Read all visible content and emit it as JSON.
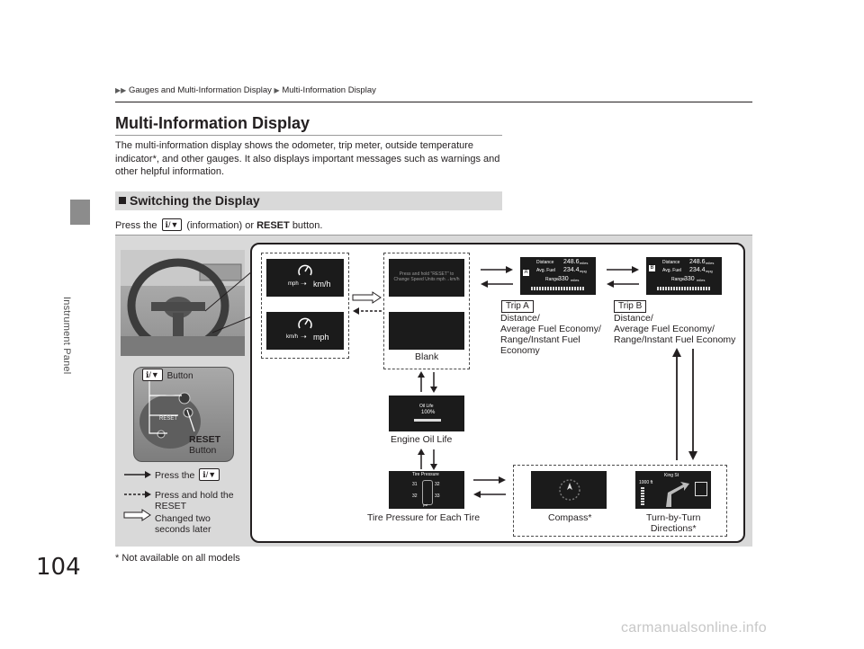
{
  "page": {
    "number": "104",
    "side_label": "Instrument Panel",
    "breadcrumb": [
      "Gauges and Multi-Information Display",
      "Multi-Information Display"
    ],
    "title": "Multi-Information Display",
    "intro": "The multi-information display shows the odometer, trip meter, outside temperature indicator*, and other gauges. It also displays important messages such as warnings and other helpful information.",
    "section_heading": "Switching the Display",
    "press_prefix": "Press the",
    "press_button_icon": "ℹ/▼",
    "press_middle": "(information) or",
    "press_reset": "RESET",
    "press_suffix": "button.",
    "footnote": "* Not available on all models",
    "watermark": "carmanualsonline.info"
  },
  "diagram": {
    "button_label": "Button",
    "button_icon": "ℹ/▼",
    "reset_label_1": "RESET",
    "reset_label_2": "Button",
    "screens": {
      "speed_1": {
        "from": "mph",
        "to": "km/h"
      },
      "speed_2": {
        "from": "km/h",
        "to": "mph"
      },
      "reset_msg": "Press and hold \"RESET\" to Change Speed Units mph→km/h",
      "trip_a": {
        "distance_label": "Distance",
        "distance": "248.6",
        "distance_unit": "miles",
        "fuel_label": "Avg. Fuel",
        "fuel": "234.4",
        "fuel_unit": "mpg",
        "range_label": "Range",
        "range": "330",
        "range_unit": "miles"
      },
      "trip_b": {
        "distance_label": "Distance",
        "distance": "248.6",
        "distance_unit": "miles",
        "fuel_label": "Avg. Fuel",
        "fuel": "234.4",
        "fuel_unit": "mpg",
        "range_label": "Range",
        "range": "330",
        "range_unit": "miles"
      },
      "oil": {
        "label": "Oil Life",
        "value": "100%"
      },
      "tire": {
        "label": "Tire Pressure",
        "fl": "31",
        "fr": "32",
        "rl": "32",
        "rr": "33",
        "unit": "psi"
      },
      "turn": {
        "street": "King St",
        "distance": "1000 ft"
      }
    },
    "captions": {
      "blank": "Blank",
      "trip_a_tag": "Trip A",
      "trip_b_tag": "Trip B",
      "trip_a": [
        "Distance/",
        "Average Fuel Economy/",
        "Range/Instant Fuel",
        "Economy"
      ],
      "trip_b": [
        "Distance/",
        "Average Fuel Economy/",
        "Range/Instant Fuel Economy"
      ],
      "oil": "Engine Oil Life",
      "tire": "Tire Pressure for Each Tire",
      "compass": "Compass*",
      "turn": [
        "Turn-by-Turn",
        "Directions*"
      ]
    },
    "legend": {
      "press": "Press the",
      "press_icon": "ℹ/▼",
      "hold_1": "Press and hold the",
      "hold_2": "RESET",
      "changed_1": "Changed two",
      "changed_2": "seconds later"
    }
  }
}
